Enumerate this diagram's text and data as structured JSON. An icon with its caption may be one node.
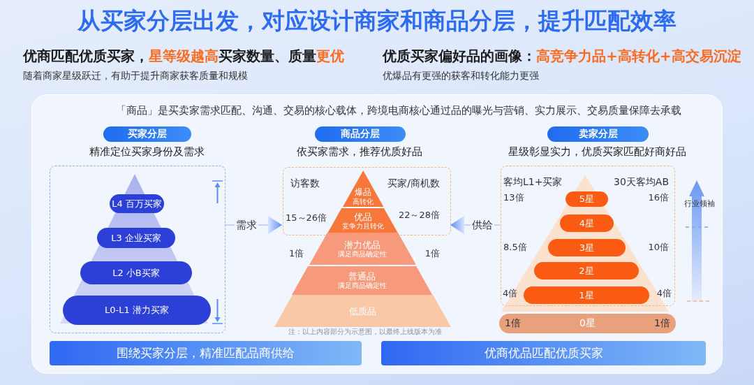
{
  "diagram": {
    "title": "从买家分层出发，对应设计商家和商品分层，提升匹配效率",
    "nodes": [
      {
        "text": [
          "「商品」是买卖家需求匹配、沟通、交易的核心载体，跨境电商核心通过品的曝光与营销、实力展示、交易质量保障去承载"
        ]
      },
      {
        "text": [
          "买家分层"
        ],
        "in": 0,
        "beside": [
          "精准定位买家身份及需求"
        ]
      },
      {
        "text": [
          "商品分层"
        ],
        "in": 0,
        "beside": [
          "依买家需求，推荐优质好品"
        ]
      },
      {
        "text": [
          "卖家分层"
        ],
        "in": 0,
        "beside": [
          "星级彰显实力，优质买家匹配好商好品"
        ]
      },
      {
        "text": [],
        "shape": "box",
        "in": 0
      },
      {
        "text": [
          "L4 百万买家"
        ],
        "in": 4
      },
      {
        "text": [
          "L3 企业买家"
        ],
        "in": 4
      },
      {
        "text": [
          "L2 小B买家"
        ],
        "in": 4
      },
      {
        "text": [
          "L0-L1 潜力买家"
        ],
        "in": 4
      },
      {
        "text": [],
        "shape": "box",
        "in": 0
      },
      {
        "text": [
          "爆品",
          "高转化"
        ],
        "in": 9
      },
      {
        "text": [
          "优品",
          "竞争力且转化"
        ],
        "in": 9,
        "beside": [
          "15～26倍",
          "22～28倍"
        ]
      },
      {
        "text": [
          "潜力优品",
          "满足商品确定性"
        ],
        "in": 0,
        "beside": [
          "1倍",
          "1倍"
        ]
      },
      {
        "text": [
          "普通品",
          "满足商品确定性"
        ],
        "in": 0
      },
      {
        "text": [
          "低质品"
        ],
        "in": 0
      },
      {
        "text": [],
        "shape": "box",
        "in": 0
      },
      {
        "text": [
          "5星"
        ],
        "in": 15
      },
      {
        "text": [
          "4星"
        ],
        "in": 15
      },
      {
        "text": [
          "3星"
        ],
        "in": 15,
        "beside": [
          "8.5倍",
          "10倍"
        ]
      },
      {
        "text": [
          "2星"
        ],
        "in": 15
      },
      {
        "text": [
          "1星"
        ],
        "in": 15,
        "beside": [
          "4倍",
          "4倍"
        ]
      },
      {
        "text": [
          "1倍",
          "0星",
          "1倍"
        ],
        "in": 0
      },
      {
        "text": [
          "围绕买家分层，精准匹配品商供给"
        ],
        "in": 0
      },
      {
        "text": [
          "优商优品匹配优质买家"
        ],
        "in": 0
      }
    ],
    "edges": [
      {
        "from": 4,
        "to": 9,
        "arrow": "to",
        "label": "需求"
      },
      {
        "from": 15,
        "to": 9,
        "arrow": "to",
        "label": "供给"
      }
    ],
    "labels": [
      "优商匹配优质买家，**星等级越高**买家数量、质量**更优**",
      "随着商家星级跃迁，有助于提升商家获客质量和规模",
      "优质买家偏好品的画像：**高竞争力品+高转化+高交易沉淀**",
      "优爆品有更强的获客和转化能力更强",
      "访客数",
      "买家/商机数",
      "客均L1+买家",
      "30天客均AB",
      "13倍",
      "16倍",
      "行业领袖",
      "注：以上内容部分为示意图，以最终上线版本为准"
    ]
  }
}
